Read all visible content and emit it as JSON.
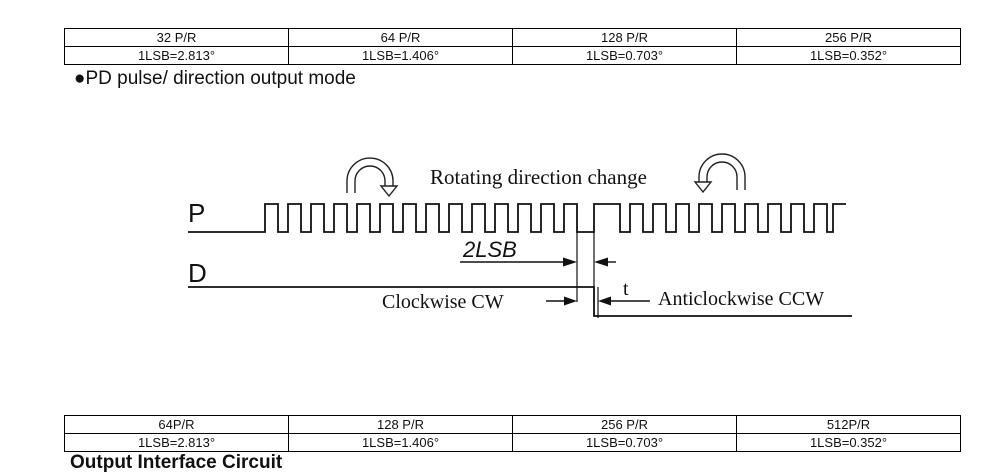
{
  "table_top": {
    "headers": [
      "32 P/R",
      "64 P/R",
      "128 P/R",
      "256 P/R"
    ],
    "values": [
      "1LSB=2.813°",
      "1LSB=1.406°",
      "1LSB=0.703°",
      "1LSB=0.352°"
    ]
  },
  "section": {
    "title": "●PD pulse/ direction output mode"
  },
  "diagram": {
    "label_p": "P",
    "label_d": "D",
    "rotation_label": "Rotating direction change",
    "lsb_label": "2LSB",
    "cw_label": "Clockwise CW",
    "t_label": "t",
    "ccw_label": "Anticlockwise CCW"
  },
  "table_bottom": {
    "headers": [
      "64P/R",
      "128 P/R",
      "256 P/R",
      "512P/R"
    ],
    "values": [
      "1LSB=2.813°",
      "1LSB=1.406°",
      "1LSB=0.703°",
      "1LSB=0.352°"
    ]
  },
  "footer": {
    "cutoff_text": "Output Interface Circuit"
  }
}
